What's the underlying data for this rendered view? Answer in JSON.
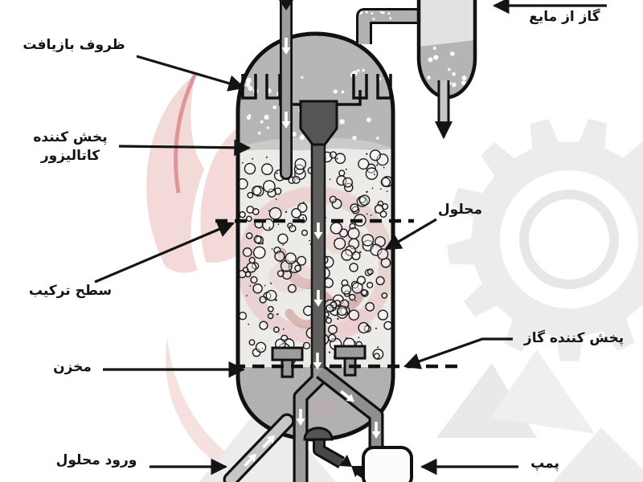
{
  "labels": {
    "gas_from_liquid": {
      "text": "گاز از مایع"
    },
    "recycle_vessels": {
      "text": "ظروف بازیافت"
    },
    "catalyst_distributor": {
      "line1": "پخش کننده",
      "line2": "کاتالیزور"
    },
    "solution": {
      "text": "محلول"
    },
    "mixing_level": {
      "text": "سطح ترکیب"
    },
    "gas_distributor": {
      "text": "پخش کننده گاز"
    },
    "tank": {
      "text": "مخزن"
    },
    "solution_inlet": {
      "text": "ورود محلول"
    },
    "pump": {
      "text": "پمپ"
    }
  },
  "colors": {
    "label_ink": "#141414",
    "outline": "#111111",
    "vessel_gray": "#b6b6b6",
    "bed_bg": "#edebe7",
    "tank_gray": "#b1b1b1",
    "dark_metal": "#555555",
    "pipe_gray": "#9c9c9c",
    "pipe_light": "#c6c6c6",
    "watermark_pink": "#f4d9d9",
    "watermark_red": "#cf5a62",
    "watermark_gray": "#ececec"
  }
}
